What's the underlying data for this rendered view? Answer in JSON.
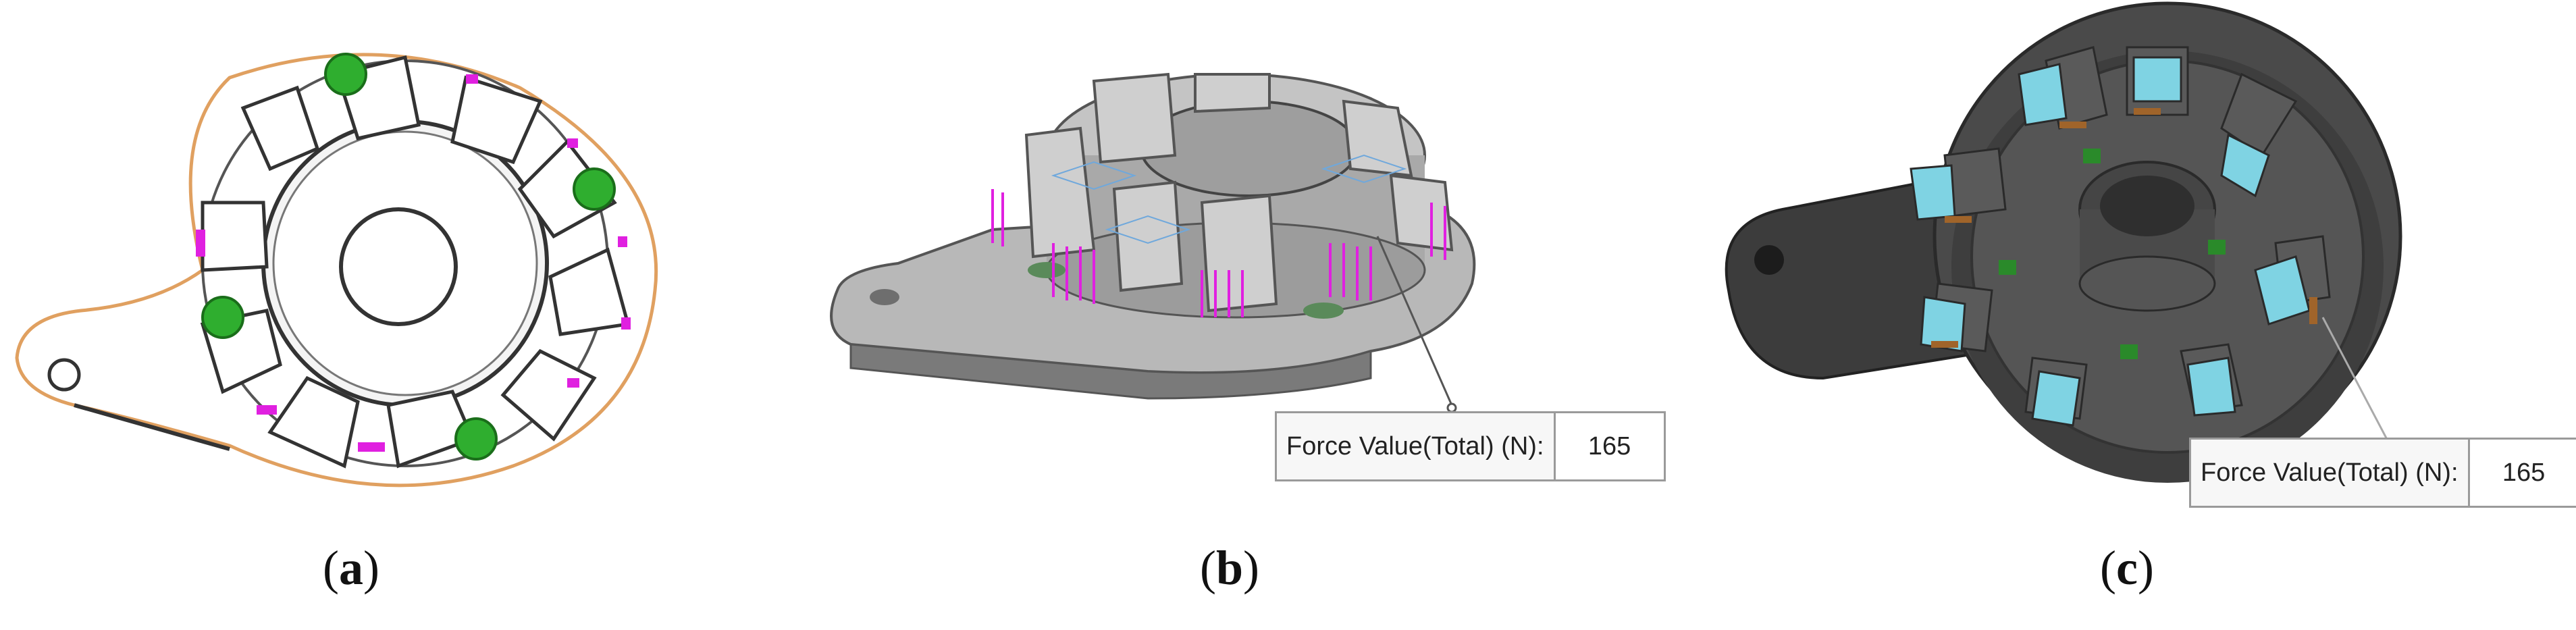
{
  "panels": [
    {
      "id": "a",
      "label": "a",
      "view": "top-view-fixture-with-grips",
      "colors": {
        "body": "#ffffff",
        "edge": "#444444",
        "outline": "#e0a060",
        "grip": "#2fae2f",
        "force": "#e020e0"
      }
    },
    {
      "id": "b",
      "label": "b",
      "view": "isometric-gray-part-with-loads",
      "force_label": "Force Value(Total) (N):",
      "force_value": "165",
      "colors": {
        "body": "#b8b8b8",
        "dark": "#6e6e6e",
        "force": "#e020e0",
        "wire": "#6fa8dc"
      }
    },
    {
      "id": "c",
      "label": "c",
      "view": "top-view-dark-part-with-cyan-faces",
      "force_label": "Force Value(Total) (N):",
      "force_value": "165",
      "colors": {
        "body": "#4a4a4a",
        "face": "#7fd3e3",
        "marker": "#2a8a2a",
        "edge": "#a0642a"
      }
    }
  ]
}
